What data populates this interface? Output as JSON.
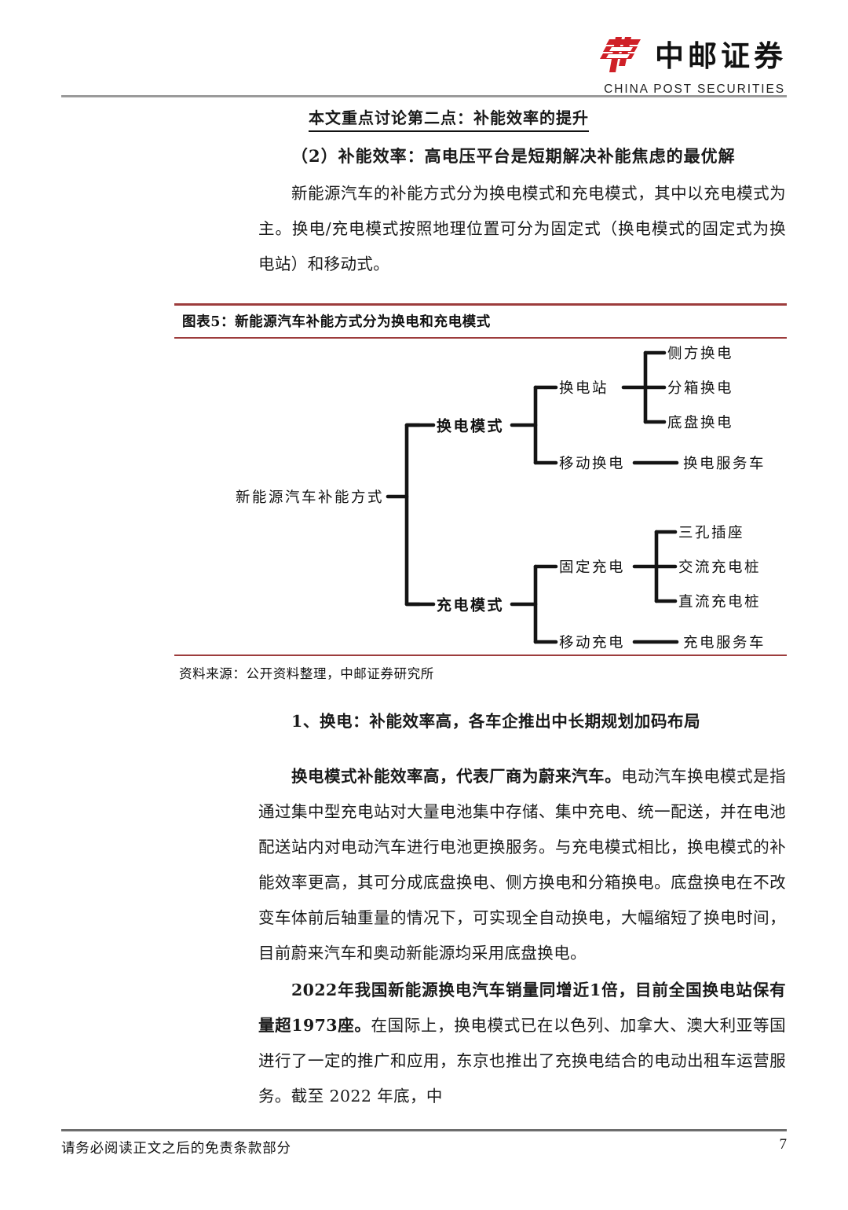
{
  "header": {
    "logo_cn": "中邮证券",
    "logo_en": "CHINA POST SECURITIES",
    "logo_color": "#cf2027"
  },
  "headings": {
    "underlined": "本文重点讨论第二点：补能效率的提升",
    "sub": "（2）补能效率：高电压平台是短期解决补能焦虑的最优解",
    "section": "1、换电：补能效率高，各车企推出中长期规划加码布局"
  },
  "paragraphs": {
    "p1": "新能源汽车的补能方式分为换电模式和充电模式，其中以充电模式为主。换电/充电模式按照地理位置可分为固定式（换电模式的固定式为换电站）和移动式。",
    "p3_bold": "换电模式补能效率高，代表厂商为蔚来汽车。",
    "p3_rest": "电动汽车换电模式是指通过集中型充电站对大量电池集中存储、集中充电、统一配送，并在电池配送站内对电动汽车进行电池更换服务。与充电模式相比，换电模式的补能效率更高，其可分成底盘换电、侧方换电和分箱换电。底盘换电在不改变车体前后轴重量的情况下，可实现全自动换电，大幅缩短了换电时间，目前蔚来汽车和奥动新能源均采用底盘换电。",
    "p4_bold": "2022年我国新能源换电汽车销量同增近1倍，目前全国换电站保有量超1973座。",
    "p4_rest": "在国际上，换电模式已在以色列、加拿大、澳大利亚等国进行了一定的推广和应用，东京也推出了充换电结合的电动出租车运营服务。截至 2022 年底，中"
  },
  "figure": {
    "title": "图表5：新能源汽车补能方式分为换电和充电模式",
    "source": "资料来源：公开资料整理，中邮证券研究所",
    "rule_color": "#9d3c3c",
    "tree": {
      "root": "新能源汽车补能方式",
      "branches": [
        {
          "label": "换电模式",
          "children": [
            {
              "label": "换电站",
              "leaves": [
                "侧方换电",
                "分箱换电",
                "底盘换电"
              ]
            },
            {
              "label": "移动换电",
              "leaves": [
                "换电服务车"
              ]
            }
          ]
        },
        {
          "label": "充电模式",
          "children": [
            {
              "label": "固定充电",
              "leaves": [
                "三孔插座",
                "交流充电桩",
                "直流充电桩"
              ]
            },
            {
              "label": "移动充电",
              "leaves": [
                "充电服务车"
              ]
            }
          ]
        }
      ]
    }
  },
  "footer": {
    "disclaimer": "请务必阅读正文之后的免责条款部分",
    "page_number": "7"
  }
}
